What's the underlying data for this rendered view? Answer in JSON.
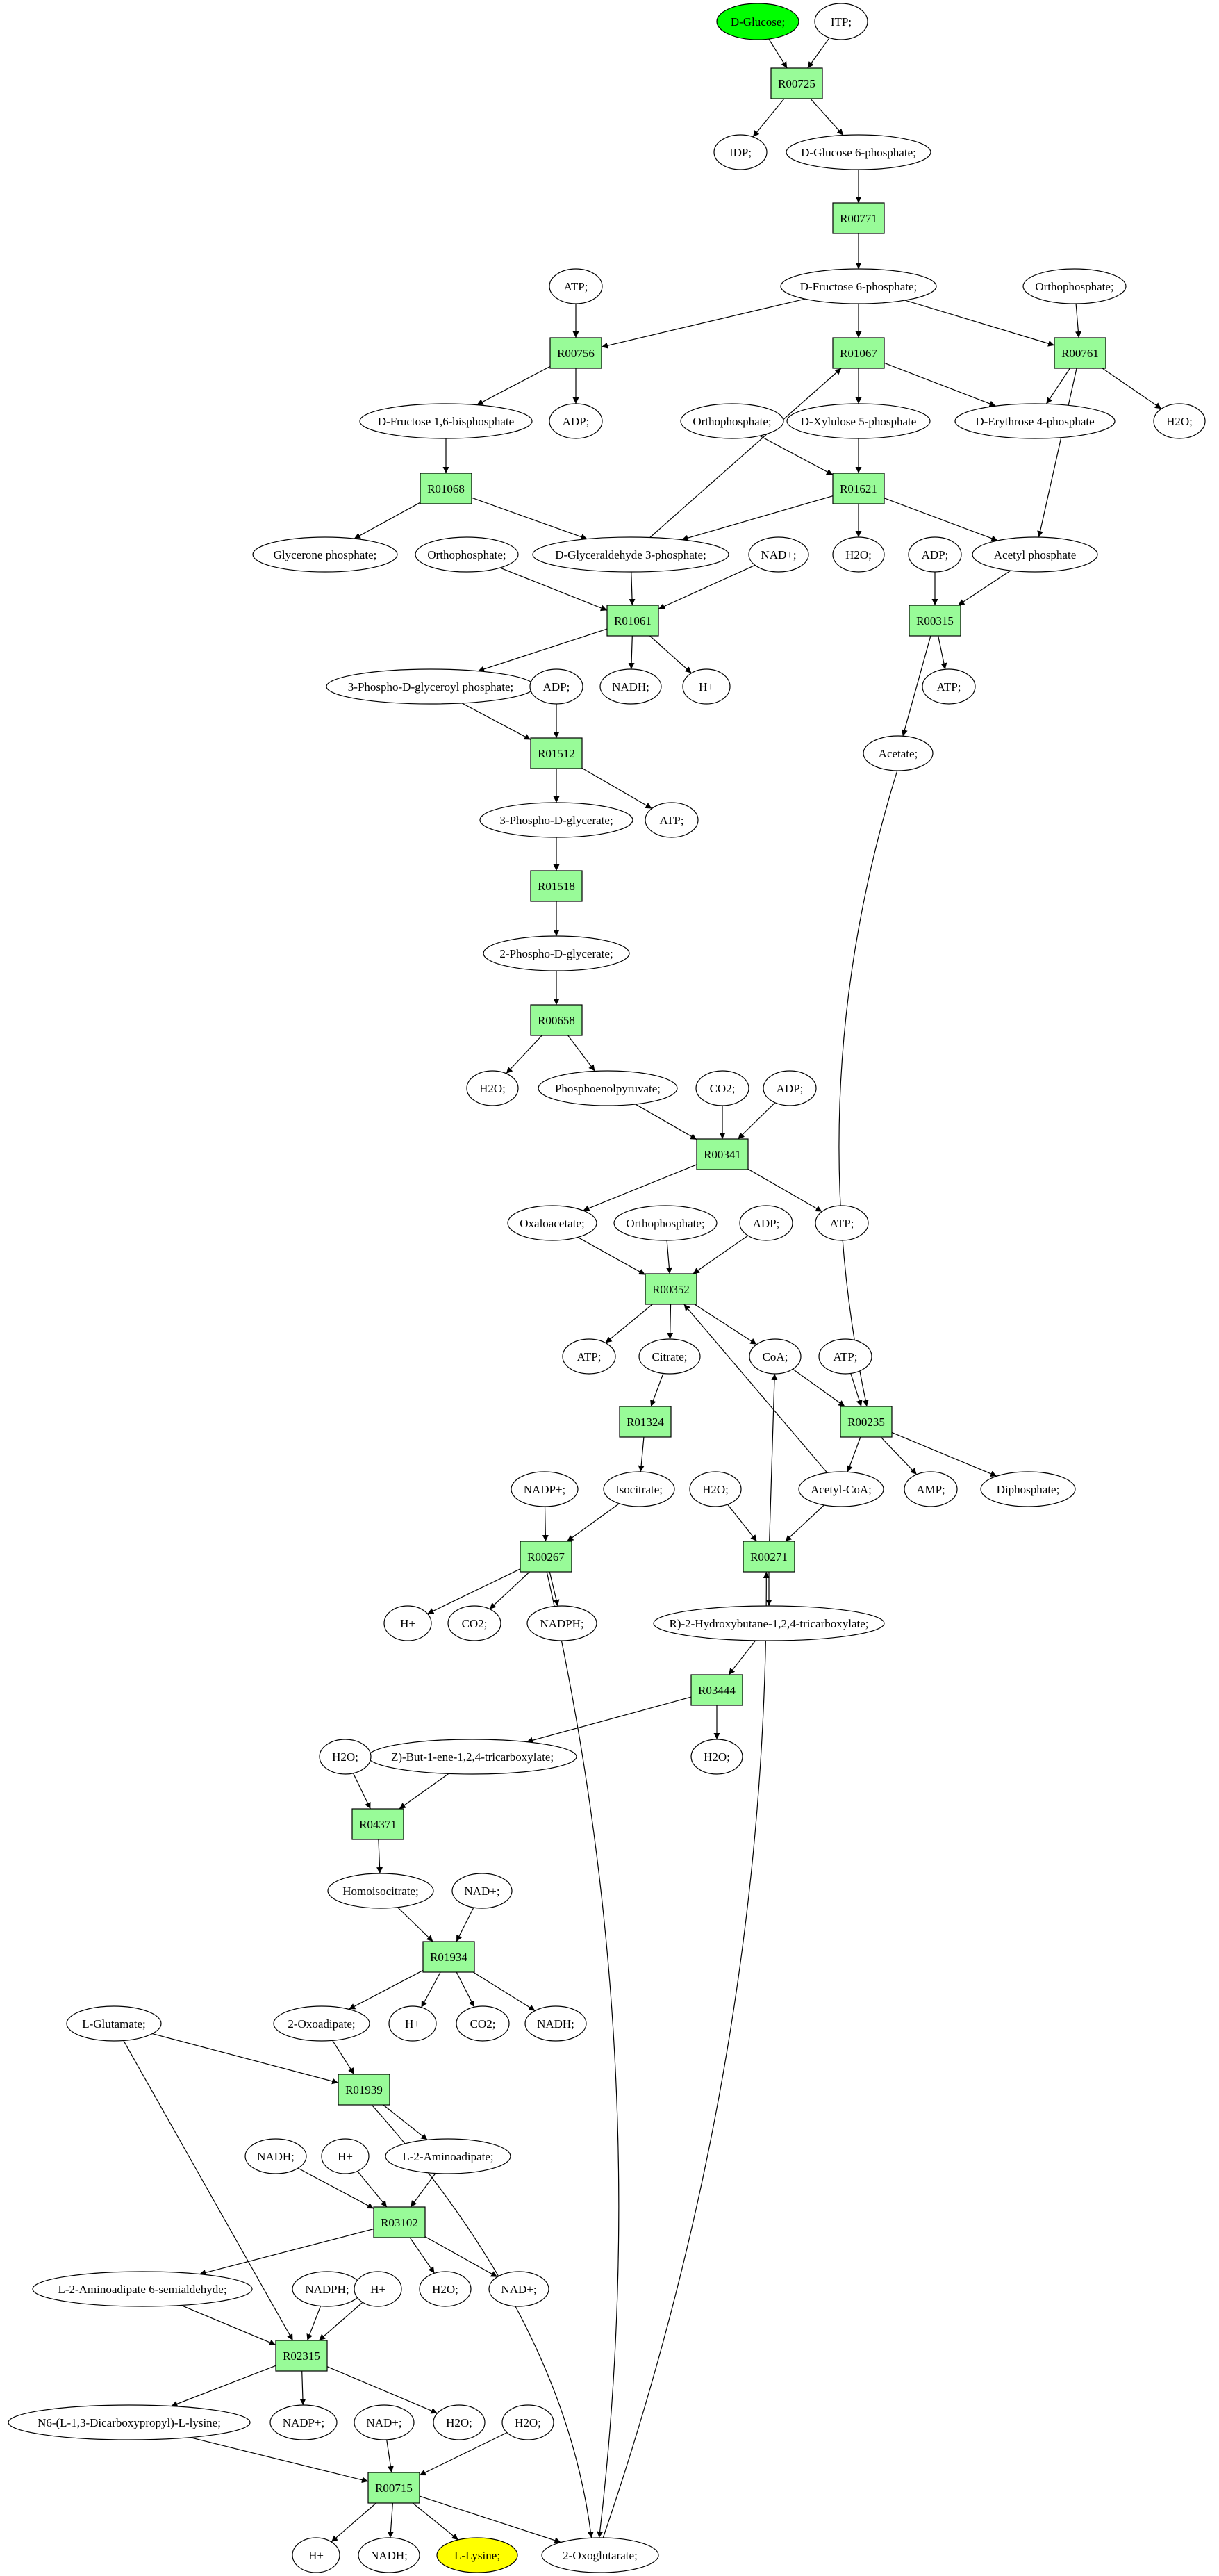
{
  "colors": {
    "reaction_fill": "#98fb98",
    "start_fill": "#00ff00",
    "target_fill": "#ffff00",
    "metabolite_fill": "#ffffff",
    "stroke": "#000000"
  },
  "nodes": [
    {
      "id": "n_glc",
      "label": "D-Glucose;",
      "kind": "start"
    },
    {
      "id": "n_itp",
      "label": "ITP;",
      "kind": "met"
    },
    {
      "id": "r00725",
      "label": "R00725",
      "kind": "rxn"
    },
    {
      "id": "n_idp",
      "label": "IDP;",
      "kind": "met"
    },
    {
      "id": "n_g6p",
      "label": "D-Glucose 6-phosphate;",
      "kind": "met"
    },
    {
      "id": "r00771",
      "label": "R00771",
      "kind": "rxn"
    },
    {
      "id": "n_atp1",
      "label": "ATP;",
      "kind": "met"
    },
    {
      "id": "n_f6p",
      "label": "D-Fructose 6-phosphate;",
      "kind": "met"
    },
    {
      "id": "n_pi1",
      "label": "Orthophosphate;",
      "kind": "met"
    },
    {
      "id": "r00756",
      "label": "R00756",
      "kind": "rxn"
    },
    {
      "id": "r01067",
      "label": "R01067",
      "kind": "rxn"
    },
    {
      "id": "r00761",
      "label": "R00761",
      "kind": "rxn"
    },
    {
      "id": "n_fbp",
      "label": "D-Fructose 1,6-bisphosphate",
      "kind": "met"
    },
    {
      "id": "n_adp1",
      "label": "ADP;",
      "kind": "met"
    },
    {
      "id": "n_pi2",
      "label": "Orthophosphate;",
      "kind": "met"
    },
    {
      "id": "n_x5p",
      "label": "D-Xylulose 5-phosphate",
      "kind": "met"
    },
    {
      "id": "n_e4p",
      "label": "D-Erythrose 4-phosphate",
      "kind": "met"
    },
    {
      "id": "n_h2o1",
      "label": "H2O;",
      "kind": "met"
    },
    {
      "id": "r01068",
      "label": "R01068",
      "kind": "rxn"
    },
    {
      "id": "r01621",
      "label": "R01621",
      "kind": "rxn"
    },
    {
      "id": "n_gnp",
      "label": "Glycerone phosphate;",
      "kind": "met"
    },
    {
      "id": "n_pi3",
      "label": "Orthophosphate;",
      "kind": "met"
    },
    {
      "id": "n_gap",
      "label": "D-Glyceraldehyde 3-phosphate;",
      "kind": "met"
    },
    {
      "id": "n_nad1",
      "label": "NAD+;",
      "kind": "met"
    },
    {
      "id": "n_h2o2",
      "label": "H2O;",
      "kind": "met"
    },
    {
      "id": "n_acp",
      "label": "Acetyl phosphate",
      "kind": "met"
    },
    {
      "id": "n_adp2",
      "label": "ADP;",
      "kind": "met"
    },
    {
      "id": "r01061",
      "label": "R01061",
      "kind": "rxn"
    },
    {
      "id": "r00315",
      "label": "R00315",
      "kind": "rxn"
    },
    {
      "id": "n_bpg",
      "label": "3-Phospho-D-glyceroyl phosphate;",
      "kind": "met"
    },
    {
      "id": "n_nadh1",
      "label": "NADH;",
      "kind": "met"
    },
    {
      "id": "n_hp1",
      "label": "H+",
      "kind": "met"
    },
    {
      "id": "n_atp2",
      "label": "ATP;",
      "kind": "met"
    },
    {
      "id": "n_adp3",
      "label": "ADP;",
      "kind": "met"
    },
    {
      "id": "n_ace",
      "label": "Acetate;",
      "kind": "met"
    },
    {
      "id": "r01512",
      "label": "R01512",
      "kind": "rxn"
    },
    {
      "id": "n_3pg",
      "label": "3-Phospho-D-glycerate;",
      "kind": "met"
    },
    {
      "id": "n_atp3",
      "label": "ATP;",
      "kind": "met"
    },
    {
      "id": "r01518",
      "label": "R01518",
      "kind": "rxn"
    },
    {
      "id": "n_2pg",
      "label": "2-Phospho-D-glycerate;",
      "kind": "met"
    },
    {
      "id": "r00658",
      "label": "R00658",
      "kind": "rxn"
    },
    {
      "id": "n_h2o3",
      "label": "H2O;",
      "kind": "met"
    },
    {
      "id": "n_pep",
      "label": "Phosphoenolpyruvate;",
      "kind": "met"
    },
    {
      "id": "n_co2_1",
      "label": "CO2;",
      "kind": "met"
    },
    {
      "id": "n_adp4",
      "label": "ADP;",
      "kind": "met"
    },
    {
      "id": "r00341",
      "label": "R00341",
      "kind": "rxn"
    },
    {
      "id": "n_oaa",
      "label": "Oxaloacetate;",
      "kind": "met"
    },
    {
      "id": "n_pi4",
      "label": "Orthophosphate;",
      "kind": "met"
    },
    {
      "id": "n_adp5",
      "label": "ADP;",
      "kind": "met"
    },
    {
      "id": "n_atp4",
      "label": "ATP;",
      "kind": "met"
    },
    {
      "id": "r00352",
      "label": "R00352",
      "kind": "rxn"
    },
    {
      "id": "n_atp5",
      "label": "ATP;",
      "kind": "met"
    },
    {
      "id": "n_cit",
      "label": "Citrate;",
      "kind": "met"
    },
    {
      "id": "n_coa",
      "label": "CoA;",
      "kind": "met"
    },
    {
      "id": "n_atp6",
      "label": "ATP;",
      "kind": "met"
    },
    {
      "id": "r01324",
      "label": "R01324",
      "kind": "rxn"
    },
    {
      "id": "r00235",
      "label": "R00235",
      "kind": "rxn"
    },
    {
      "id": "n_nadp1",
      "label": "NADP+;",
      "kind": "met"
    },
    {
      "id": "n_icit",
      "label": "Isocitrate;",
      "kind": "met"
    },
    {
      "id": "n_h2o4",
      "label": "H2O;",
      "kind": "met"
    },
    {
      "id": "n_accoa",
      "label": "Acetyl-CoA;",
      "kind": "met"
    },
    {
      "id": "n_amp",
      "label": "AMP;",
      "kind": "met"
    },
    {
      "id": "n_ppi",
      "label": "Diphosphate;",
      "kind": "met"
    },
    {
      "id": "r00267",
      "label": "R00267",
      "kind": "rxn"
    },
    {
      "id": "r00271",
      "label": "R00271",
      "kind": "rxn"
    },
    {
      "id": "n_hp2",
      "label": "H+",
      "kind": "met"
    },
    {
      "id": "n_co2_2",
      "label": "CO2;",
      "kind": "met"
    },
    {
      "id": "n_nadph1",
      "label": "NADPH;",
      "kind": "met"
    },
    {
      "id": "n_hcit",
      "label": "R)-2-Hydroxybutane-1,2,4-tricarboxylate;",
      "kind": "met"
    },
    {
      "id": "r03444",
      "label": "R03444",
      "kind": "rxn"
    },
    {
      "id": "n_h2o5",
      "label": "H2O;",
      "kind": "met"
    },
    {
      "id": "n_cisho",
      "label": "Z)-But-1-ene-1,2,4-tricarboxylate;",
      "kind": "met"
    },
    {
      "id": "r04371",
      "label": "R04371",
      "kind": "rxn"
    },
    {
      "id": "n_hicit",
      "label": "Homoisocitrate;",
      "kind": "met"
    },
    {
      "id": "n_nad2",
      "label": "NAD+;",
      "kind": "met"
    },
    {
      "id": "r01934",
      "label": "R01934",
      "kind": "rxn"
    },
    {
      "id": "n_glu",
      "label": "L-Glutamate;",
      "kind": "met"
    },
    {
      "id": "n_2oad",
      "label": "2-Oxoadipate;",
      "kind": "met"
    },
    {
      "id": "n_hp3",
      "label": "H+",
      "kind": "met"
    },
    {
      "id": "n_co2_3",
      "label": "CO2;",
      "kind": "met"
    },
    {
      "id": "n_nadh2",
      "label": "NADH;",
      "kind": "met"
    },
    {
      "id": "r01939",
      "label": "R01939",
      "kind": "rxn"
    },
    {
      "id": "n_nadh3",
      "label": "NADH;",
      "kind": "met"
    },
    {
      "id": "n_hp4",
      "label": "H+",
      "kind": "met"
    },
    {
      "id": "n_l2aa",
      "label": "L-2-Aminoadipate;",
      "kind": "met"
    },
    {
      "id": "r03102",
      "label": "R03102",
      "kind": "rxn"
    },
    {
      "id": "n_l2aas",
      "label": "L-2-Aminoadipate 6-semialdehyde;",
      "kind": "met"
    },
    {
      "id": "n_nadph2",
      "label": "NADPH;",
      "kind": "met"
    },
    {
      "id": "n_hp5",
      "label": "H+",
      "kind": "met"
    },
    {
      "id": "n_h2o6",
      "label": "H2O;",
      "kind": "met"
    },
    {
      "id": "n_nad3",
      "label": "NAD+;",
      "kind": "met"
    },
    {
      "id": "r02315",
      "label": "R02315",
      "kind": "rxn"
    },
    {
      "id": "n_sacch",
      "label": "N6-(L-1,3-Dicarboxypropyl)-L-lysine;",
      "kind": "met"
    },
    {
      "id": "n_nadp2",
      "label": "NADP+;",
      "kind": "met"
    },
    {
      "id": "n_nad4",
      "label": "NAD+;",
      "kind": "met"
    },
    {
      "id": "n_h2o7",
      "label": "H2O;",
      "kind": "met"
    },
    {
      "id": "n_h2o8",
      "label": "H2O;",
      "kind": "met"
    },
    {
      "id": "r00715",
      "label": "R00715",
      "kind": "rxn"
    },
    {
      "id": "n_hp6",
      "label": "H+",
      "kind": "met"
    },
    {
      "id": "n_nadh4",
      "label": "NADH;",
      "kind": "met"
    },
    {
      "id": "n_lys",
      "label": "L-Lysine;",
      "kind": "target"
    },
    {
      "id": "n_2og",
      "label": "2-Oxoglutarate;",
      "kind": "met"
    }
  ],
  "edges": [
    [
      "n_glc",
      "r00725"
    ],
    [
      "n_itp",
      "r00725"
    ],
    [
      "r00725",
      "n_idp"
    ],
    [
      "r00725",
      "n_g6p"
    ],
    [
      "n_g6p",
      "r00771"
    ],
    [
      "r00771",
      "n_f6p"
    ],
    [
      "n_atp1",
      "r00756"
    ],
    [
      "n_f6p",
      "r00756"
    ],
    [
      "n_f6p",
      "r01067"
    ],
    [
      "n_f6p",
      "r00761"
    ],
    [
      "n_pi1",
      "r00761"
    ],
    [
      "r00756",
      "n_fbp"
    ],
    [
      "r00756",
      "n_adp1"
    ],
    [
      "r01067",
      "n_x5p"
    ],
    [
      "r01067",
      "n_e4p"
    ],
    [
      "r00761",
      "n_e4p"
    ],
    [
      "r00761",
      "n_h2o1"
    ],
    [
      "r00761",
      "n_acp"
    ],
    [
      "n_fbp",
      "r01068"
    ],
    [
      "n_pi2",
      "r01621"
    ],
    [
      "n_x5p",
      "r01621"
    ],
    [
      "r01068",
      "n_gnp"
    ],
    [
      "r01068",
      "n_gap"
    ],
    [
      "r01621",
      "n_gap"
    ],
    [
      "r01621",
      "n_h2o2"
    ],
    [
      "r01621",
      "n_acp"
    ],
    [
      "n_gap",
      "r01067"
    ],
    [
      "n_pi3",
      "r01061"
    ],
    [
      "n_gap",
      "r01061"
    ],
    [
      "n_nad1",
      "r01061"
    ],
    [
      "n_acp",
      "r00315"
    ],
    [
      "n_adp2",
      "r00315"
    ],
    [
      "r01061",
      "n_bpg"
    ],
    [
      "r01061",
      "n_nadh1"
    ],
    [
      "r01061",
      "n_hp1"
    ],
    [
      "r00315",
      "n_atp2"
    ],
    [
      "r00315",
      "n_ace"
    ],
    [
      "n_bpg",
      "r01512"
    ],
    [
      "n_adp3",
      "r01512"
    ],
    [
      "r01512",
      "n_3pg"
    ],
    [
      "r01512",
      "n_atp3"
    ],
    [
      "n_3pg",
      "r01518"
    ],
    [
      "r01518",
      "n_2pg"
    ],
    [
      "n_2pg",
      "r00658"
    ],
    [
      "r00658",
      "n_h2o3"
    ],
    [
      "r00658",
      "n_pep"
    ],
    [
      "n_pep",
      "r00341"
    ],
    [
      "n_co2_1",
      "r00341"
    ],
    [
      "n_adp4",
      "r00341"
    ],
    [
      "r00341",
      "n_oaa"
    ],
    [
      "r00341",
      "n_atp4"
    ],
    [
      "n_oaa",
      "r00352"
    ],
    [
      "n_pi4",
      "r00352"
    ],
    [
      "n_adp5",
      "r00352"
    ],
    [
      "r00352",
      "n_atp5"
    ],
    [
      "r00352",
      "n_cit"
    ],
    [
      "r00352",
      "n_coa"
    ],
    [
      "n_coa",
      "r00235"
    ],
    [
      "n_atp6",
      "r00235"
    ],
    [
      "n_ace",
      "r00235"
    ],
    [
      "r00235",
      "n_accoa"
    ],
    [
      "r00235",
      "n_amp"
    ],
    [
      "r00235",
      "n_ppi"
    ],
    [
      "n_accoa",
      "r00352"
    ],
    [
      "n_cit",
      "r01324"
    ],
    [
      "r01324",
      "n_icit"
    ],
    [
      "n_nadp1",
      "r00267"
    ],
    [
      "n_icit",
      "r00267"
    ],
    [
      "r00267",
      "n_hp2"
    ],
    [
      "r00267",
      "n_co2_2"
    ],
    [
      "r00267",
      "n_nadph1"
    ],
    [
      "r00267",
      "n_2og"
    ],
    [
      "n_h2o4",
      "r00271"
    ],
    [
      "n_accoa",
      "r00271"
    ],
    [
      "r00271",
      "n_coa"
    ],
    [
      "r00271",
      "n_hcit"
    ],
    [
      "n_2og",
      "r00271"
    ],
    [
      "n_hcit",
      "r03444"
    ],
    [
      "r03444",
      "n_h2o5"
    ],
    [
      "r03444",
      "n_cisho"
    ],
    [
      "n_cisho",
      "r04371"
    ],
    [
      "n_h2o_r04371",
      "r04371"
    ],
    [
      "r04371",
      "n_hicit"
    ],
    [
      "n_hicit",
      "r01934"
    ],
    [
      "n_nad2",
      "r01934"
    ],
    [
      "r01934",
      "n_2oad"
    ],
    [
      "r01934",
      "n_hp3"
    ],
    [
      "r01934",
      "n_co2_3"
    ],
    [
      "r01934",
      "n_nadh2"
    ],
    [
      "n_glu",
      "r01939"
    ],
    [
      "n_2oad",
      "r01939"
    ],
    [
      "r01939",
      "n_l2aa"
    ],
    [
      "r01939",
      "n_2og"
    ],
    [
      "n_nadh3",
      "r03102"
    ],
    [
      "n_hp4",
      "r03102"
    ],
    [
      "n_l2aa",
      "r03102"
    ],
    [
      "r03102",
      "n_l2aas"
    ],
    [
      "r03102",
      "n_h2o6"
    ],
    [
      "r03102",
      "n_nad3"
    ],
    [
      "n_l2aas",
      "r02315"
    ],
    [
      "n_nadph2",
      "r02315"
    ],
    [
      "n_hp5",
      "r02315"
    ],
    [
      "n_glu",
      "r02315"
    ],
    [
      "r02315",
      "n_sacch"
    ],
    [
      "r02315",
      "n_nadp2"
    ],
    [
      "r02315",
      "n_h2o7"
    ],
    [
      "n_sacch",
      "r00715"
    ],
    [
      "n_nad4",
      "r00715"
    ],
    [
      "n_h2o8",
      "r00715"
    ],
    [
      "r00715",
      "n_hp6"
    ],
    [
      "r00715",
      "n_nadh4"
    ],
    [
      "r00715",
      "n_lys"
    ],
    [
      "r00715",
      "n_2og"
    ]
  ],
  "extra_nodes": [
    {
      "id": "n_h2o_r04371",
      "label": "H2O;",
      "kind": "met"
    }
  ]
}
